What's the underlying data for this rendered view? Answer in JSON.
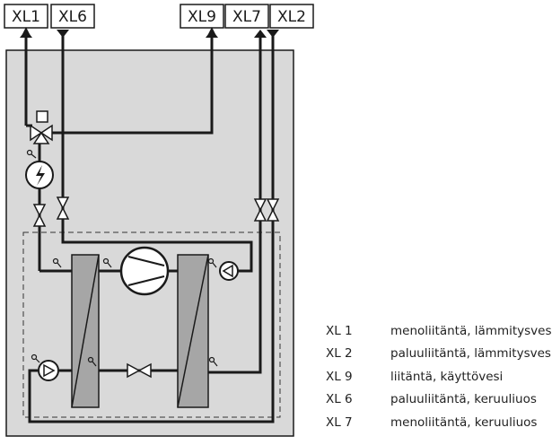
{
  "ports": [
    {
      "id": "xl1",
      "label": "XL1",
      "flow": "out"
    },
    {
      "id": "xl6",
      "label": "XL6",
      "flow": "in"
    },
    {
      "id": "xl9",
      "label": "XL9",
      "flow": "out"
    },
    {
      "id": "xl7",
      "label": "XL7",
      "flow": "out"
    },
    {
      "id": "xl2",
      "label": "XL2",
      "flow": "in"
    }
  ],
  "legend": [
    {
      "code": "XL 1",
      "description": "menoliitäntä, lämmitysvesi"
    },
    {
      "code": "XL 2",
      "description": "paluuliitäntä, lämmitysvesi"
    },
    {
      "code": "XL 9",
      "description": "liitäntä, käyttövesi"
    },
    {
      "code": "XL 6",
      "description": "paluuliitäntä, keruuliuos"
    },
    {
      "code": "XL 7",
      "description": "menoliitäntä, keruuliuos"
    }
  ],
  "colors": {
    "cabinet_fill": "#d9d9d9",
    "line": "#1a1a1a",
    "hx_fill": "#a6a6a6",
    "white": "#ffffff"
  },
  "icons": {
    "heater": "lightning-icon",
    "compressor": "compressor-icon",
    "pump": "pump-icon",
    "valve": "valve-icon",
    "sensor": "temperature-sensor-icon"
  }
}
